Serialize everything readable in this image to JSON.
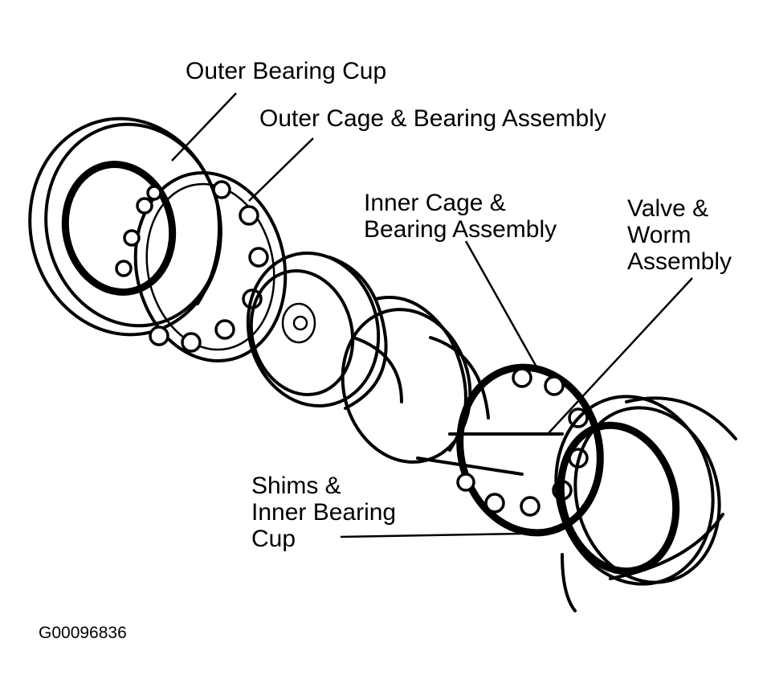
{
  "labels": {
    "outer_bearing_cup": "Outer Bearing Cup",
    "outer_cage_bearing": "Outer Cage & Bearing Assembly",
    "inner_cage_bearing": [
      "Inner Cage &",
      "Bearing Assembly"
    ],
    "valve_worm": [
      "Valve &",
      "Worm",
      "Assembly"
    ],
    "shims_inner_cup": [
      "Shims &",
      "Inner Bearing",
      "Cup"
    ]
  },
  "figure_id": "G00096836",
  "colors": {
    "ink": "#000000",
    "background": "#ffffff"
  }
}
